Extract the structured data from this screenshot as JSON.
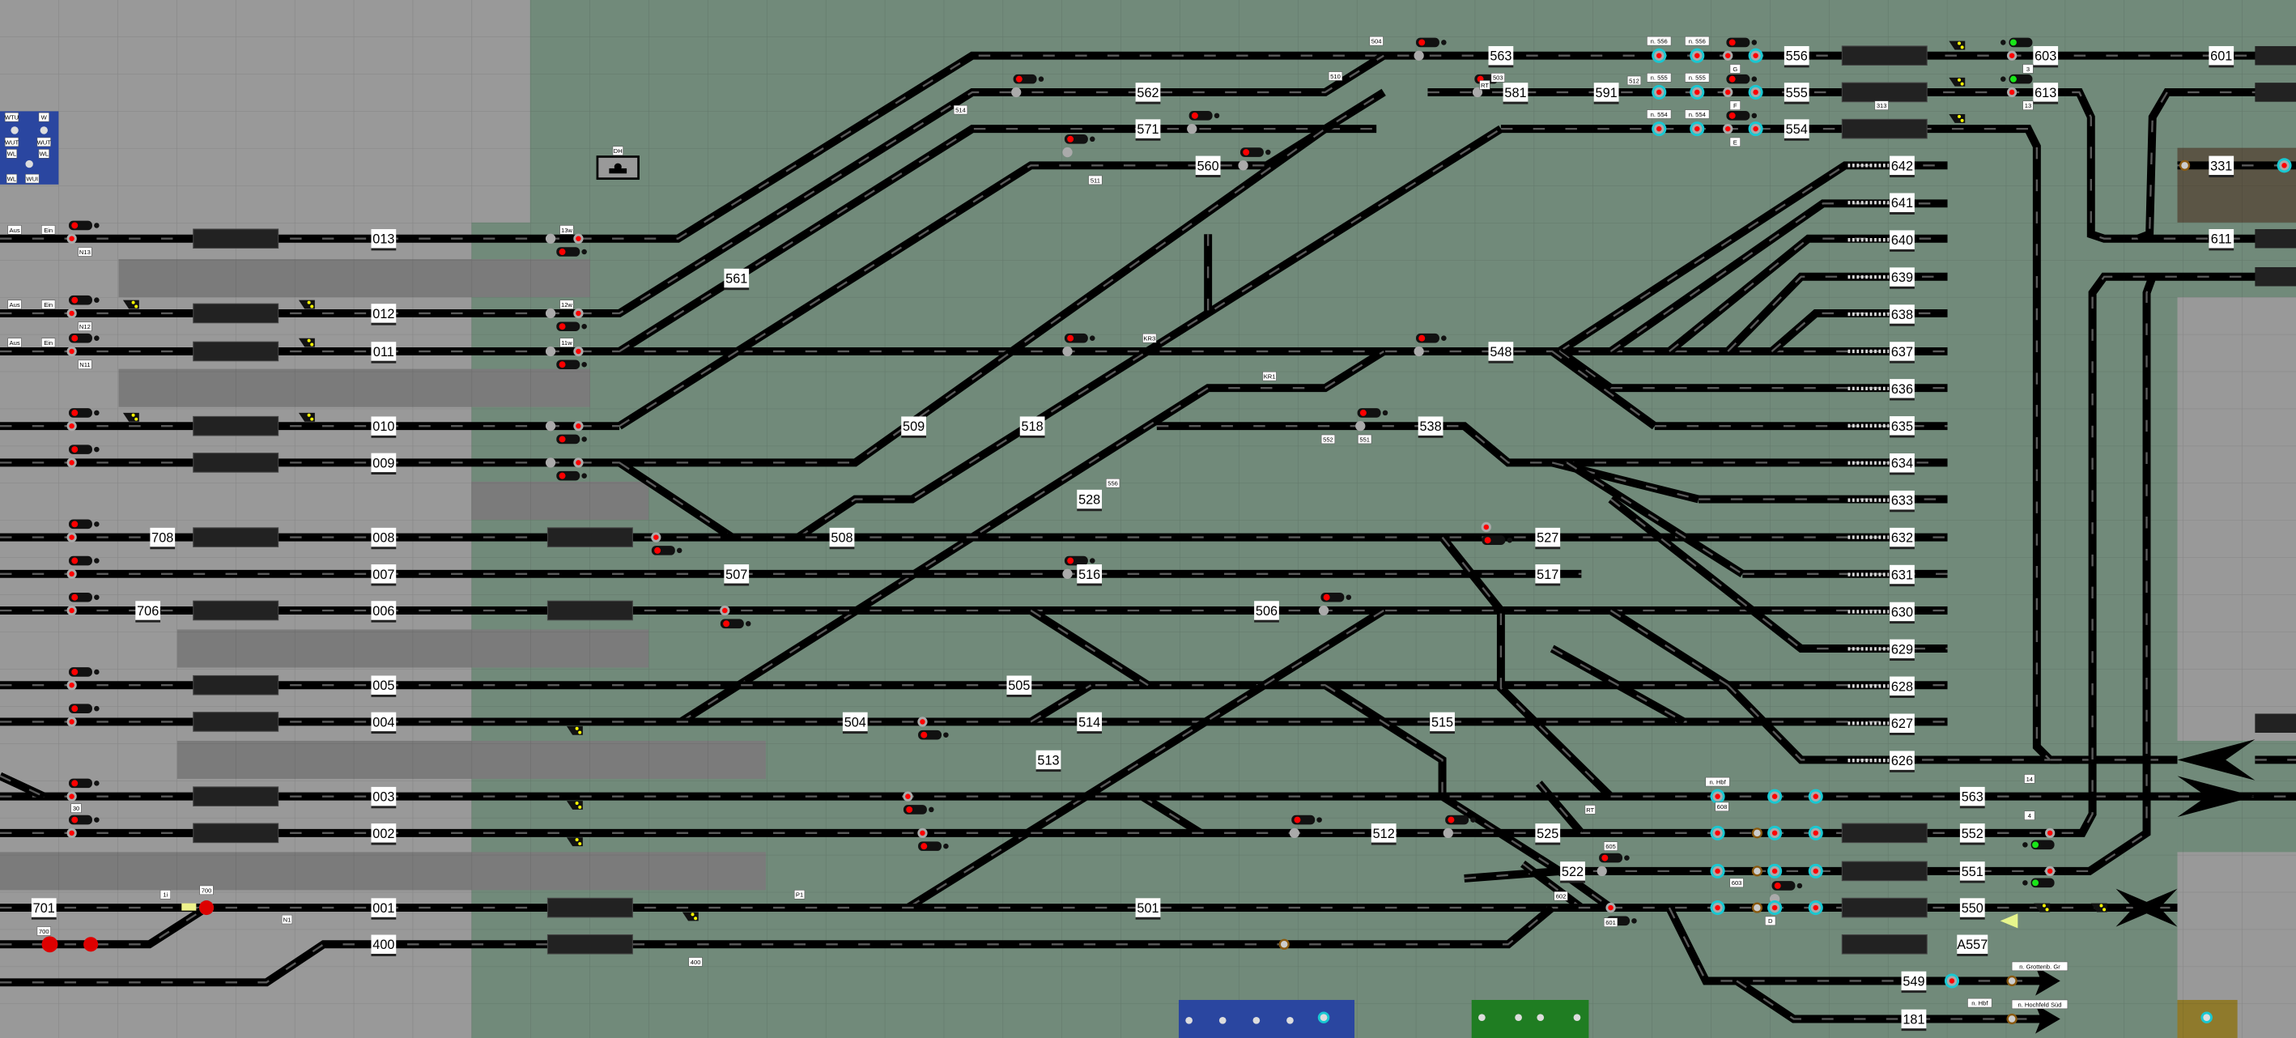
{
  "colors": {
    "field_green": "#718a7a",
    "area_gray": "#999999",
    "band_gray": "#7b7b7b",
    "track": "#000000",
    "track_dash": "#5a5a5a",
    "signal_red": "#ff0000",
    "signal_green": "#19e619",
    "ring_cyan": "#19c8d2",
    "panel_blue": "#2a46a0",
    "panel_green": "#1f7d22",
    "yard_brown": "#5b5545",
    "yard_gold": "#8f7a2c",
    "platform": "#222222"
  },
  "track_labels": {
    "left": [
      "013",
      "012",
      "011",
      "010",
      "009",
      "708",
      "008",
      "007",
      "706",
      "006",
      "005",
      "004",
      "003",
      "002",
      "701",
      "001",
      "400"
    ],
    "middle": [
      "561",
      "509",
      "518",
      "528",
      "508",
      "507",
      "516",
      "506",
      "505",
      "504",
      "514",
      "513",
      "515",
      "512",
      "501",
      "527",
      "517",
      "538",
      "548",
      "562",
      "571",
      "560"
    ],
    "top_right": [
      "563",
      "581",
      "591",
      "556",
      "555",
      "554",
      "603",
      "613",
      "601",
      "331",
      "611"
    ],
    "fan": [
      "642",
      "641",
      "640",
      "639",
      "638",
      "637",
      "636",
      "635",
      "634",
      "633",
      "632",
      "631",
      "630",
      "629",
      "628",
      "627",
      "626"
    ],
    "bottom_right": [
      "563",
      "525",
      "552",
      "522",
      "551",
      "550",
      "A557",
      "549",
      "181"
    ]
  },
  "small_labels": {
    "dh": "DH",
    "wtu": "WTU",
    "w": "W",
    "wut1": "WUT",
    "wut2": "WUT",
    "wl1": "WL",
    "wl2": "WL",
    "wl3": "WL",
    "wui": "WUI",
    "aus13": "Aus",
    "ein13": "Ein",
    "n13": "N13",
    "w13": "13w",
    "aus12": "Aus",
    "ein12": "Ein",
    "n12": "N12",
    "w12": "12w",
    "aus11": "Aus",
    "ein11": "Ein",
    "n11": "N11",
    "w11": "11w",
    "n1": "N1",
    "s30": "30",
    "s700a": "700",
    "s700b": "700",
    "s1i": "1i",
    "s400": "400",
    "p1": "P1",
    "s313": "313",
    "rt1": "RT",
    "rt2": "RT",
    "n556a": "n. 556",
    "n556b": "n. 556",
    "n555a": "n. 555",
    "n555b": "n. 555",
    "n554a": "n. 554",
    "n554b": "n. 554",
    "g": "G",
    "f": "F",
    "e": "E",
    "d": "D",
    "s3": "3",
    "s13": "13",
    "s14": "14",
    "s4": "4",
    "nhbf1": "n. Hbf",
    "nhbf2": "n. Hbf",
    "grottenb": "n. Grottenb. Gr",
    "hochfeld": "n. Hochfeld Süd",
    "s504": "504",
    "s503": "503",
    "s512": "512",
    "s510": "510",
    "s514": "514",
    "s511": "511",
    "kr3": "KR3",
    "kr1": "KR1",
    "s552": "552",
    "s551": "551",
    "s556": "556",
    "s608": "608",
    "s603": "603",
    "s601": "601",
    "s605": "605",
    "s602": "602"
  }
}
